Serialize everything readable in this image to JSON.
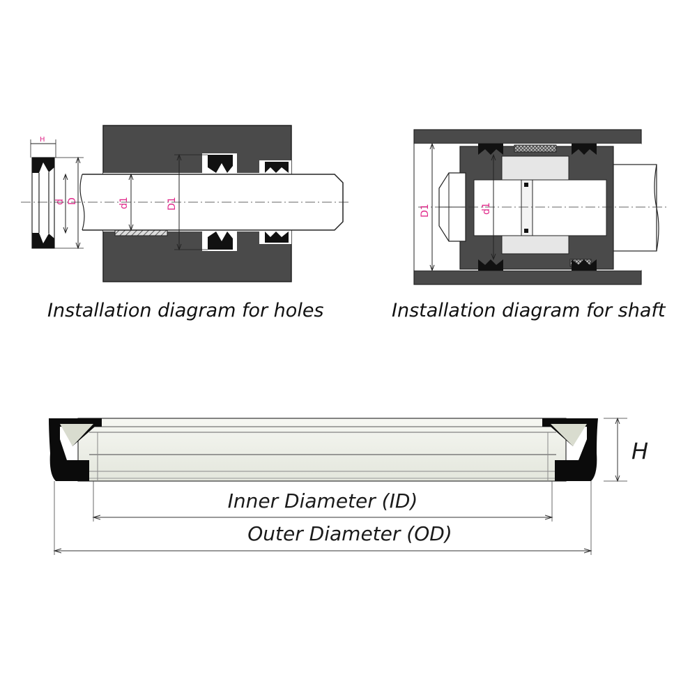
{
  "captions": {
    "holes": "Installation diagram for holes",
    "shaft": "Installation diagram for shaft"
  },
  "hole_diagram_labels": {
    "height": "H",
    "inner": "d",
    "outer": "D",
    "bore_inner": "d1",
    "bore_outer": "D1"
  },
  "shaft_diagram_labels": {
    "outer": "D1",
    "inner": "d1"
  },
  "seal_dimensions": {
    "height": "H",
    "inner_diameter": "Inner Diameter (ID)",
    "outer_diameter": "Outer Diameter (OD)"
  },
  "colors": {
    "housing": "#4a4a4a",
    "seal": "#0d0d0d",
    "label_accent": "#e0288a",
    "seal_body": "#eceee6"
  }
}
